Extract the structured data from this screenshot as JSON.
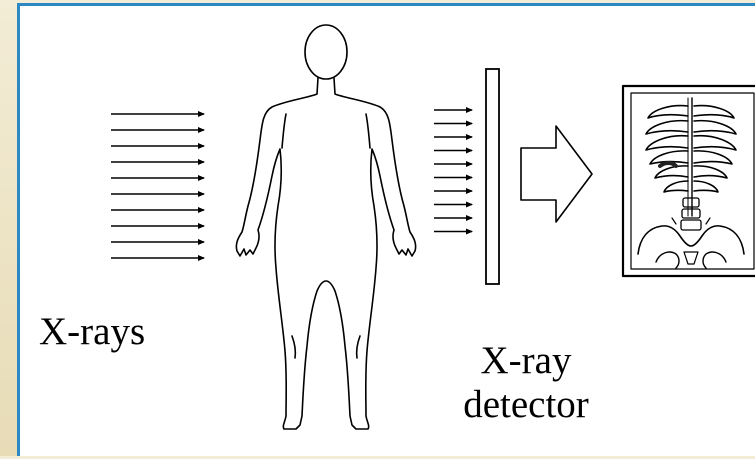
{
  "diagram": {
    "labels": {
      "xrays": "X-rays",
      "detector_line1": "X-ray",
      "detector_line2": "detector"
    },
    "colors": {
      "frame_background": "#efe6c8",
      "panel_border": "#2d89c3",
      "panel_background": "#ffffff",
      "ink": "#000000"
    },
    "incident_beam_count": 10,
    "transmitted_beam_count": 10,
    "icons": [
      "human-body-outline-icon",
      "xray-detector-plate-icon",
      "block-arrow-right-icon",
      "chest-xray-image-icon"
    ]
  }
}
